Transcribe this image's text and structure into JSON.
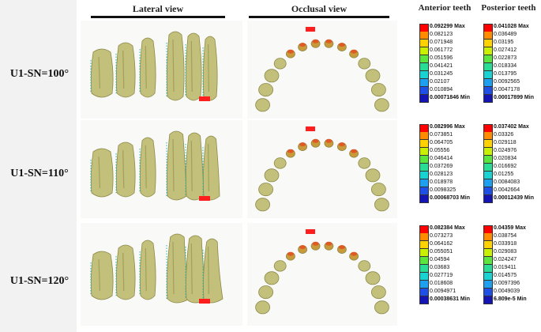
{
  "headers": {
    "lateral": "Lateral view",
    "occlusal": "Occlusal view",
    "anterior": "Anterior teeth",
    "posterior": "Posterior teeth"
  },
  "rows": [
    {
      "label": "U1-SN=100°",
      "anterior": [
        "0.092299 Max",
        "0.082123",
        "0.071948",
        "0.061772",
        "0.051596",
        "0.041421",
        "0.031245",
        "0.02107",
        "0.010894",
        "0.00071846 Min"
      ],
      "posterior": [
        "0.041028 Max",
        "0.036489",
        "0.03195",
        "0.027412",
        "0.022873",
        "0.018334",
        "0.013795",
        "0.0092565",
        "0.0047178",
        "0.00017899 Min"
      ]
    },
    {
      "label": "U1-SN=110°",
      "anterior": [
        "0.082996 Max",
        "0.073851",
        "0.064705",
        "0.05556",
        "0.046414",
        "0.037269",
        "0.028123",
        "0.018978",
        "0.0098325",
        "0.00068703 Min"
      ],
      "posterior": [
        "0.037402 Max",
        "0.03326",
        "0.029118",
        "0.024976",
        "0.020834",
        "0.016692",
        "0.01255",
        "0.0084083",
        "0.0042664",
        "0.00012439 Min"
      ]
    },
    {
      "label": "U1-SN=120°",
      "anterior": [
        "0.082384 Max",
        "0.073273",
        "0.064162",
        "0.055051",
        "0.04594",
        "0.03683",
        "0.027719",
        "0.018608",
        "0.0094971",
        "0.00038631 Min"
      ],
      "posterior": [
        "0.04359 Max",
        "0.038754",
        "0.033918",
        "0.029083",
        "0.024247",
        "0.019411",
        "0.014575",
        "0.0097396",
        "0.0049039",
        "6.809e-5 Min"
      ]
    }
  ],
  "model_tag": "Max",
  "colors": {
    "scale": [
      "#ff0000",
      "#ff8c00",
      "#ffd200",
      "#c8f000",
      "#5ae63c",
      "#28dc96",
      "#19d2d2",
      "#1ea0f0",
      "#1e50e6",
      "#1414b4"
    ],
    "tooth": "#c2c07a",
    "tooth_shade": "#8c8a48",
    "gum": "#d8d8d0",
    "mesh": "#2ab5b0",
    "hot": "#ff1e1e"
  }
}
